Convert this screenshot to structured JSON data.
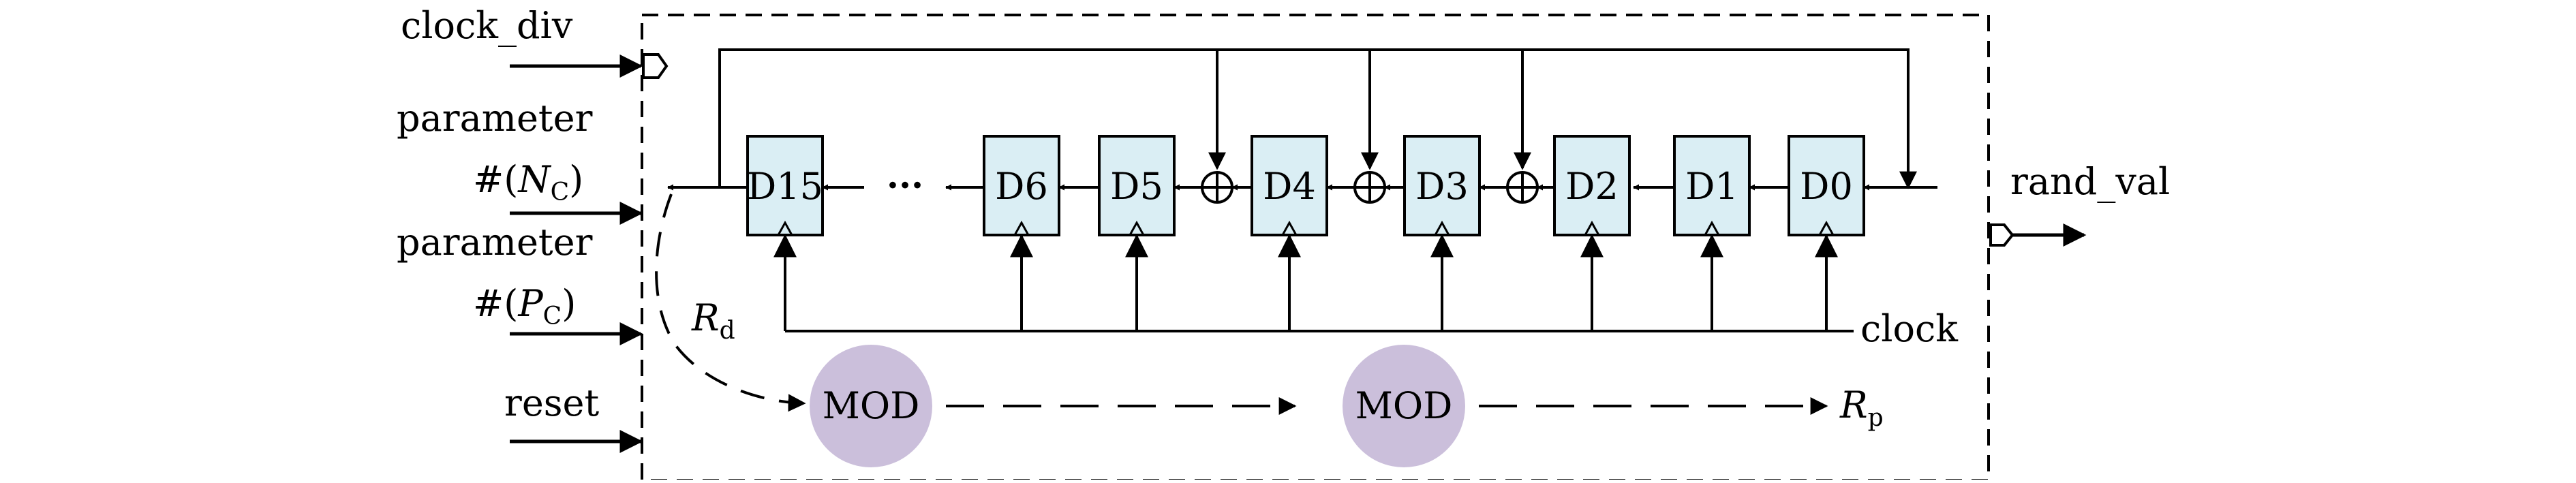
{
  "inputs": {
    "clock_div": "clock_div",
    "param_n_label": "parameter",
    "param_n_hash": "#(",
    "param_n_var": "N",
    "param_n_sub": "C",
    "param_n_close": ")",
    "param_p_label": "parameter",
    "param_p_hash": "#(",
    "param_p_var": "P",
    "param_p_sub": "C",
    "param_p_close": ")",
    "reset": "reset"
  },
  "outputs": {
    "rand_val": "rand_val"
  },
  "registers": [
    "D15",
    "D6",
    "D5",
    "D4",
    "D3",
    "D2",
    "D1",
    "D0"
  ],
  "ellipsis": "···",
  "xor_symbol": "⊕",
  "clock_label": "clock",
  "rd_var": "R",
  "rd_sub": "d",
  "rp_var": "R",
  "rp_sub": "p",
  "mod_blocks": [
    "MOD",
    "MOD"
  ],
  "colors": {
    "register_fill": "#daeef4",
    "mod_fill": "#cbbfdb",
    "line": "#000000"
  }
}
